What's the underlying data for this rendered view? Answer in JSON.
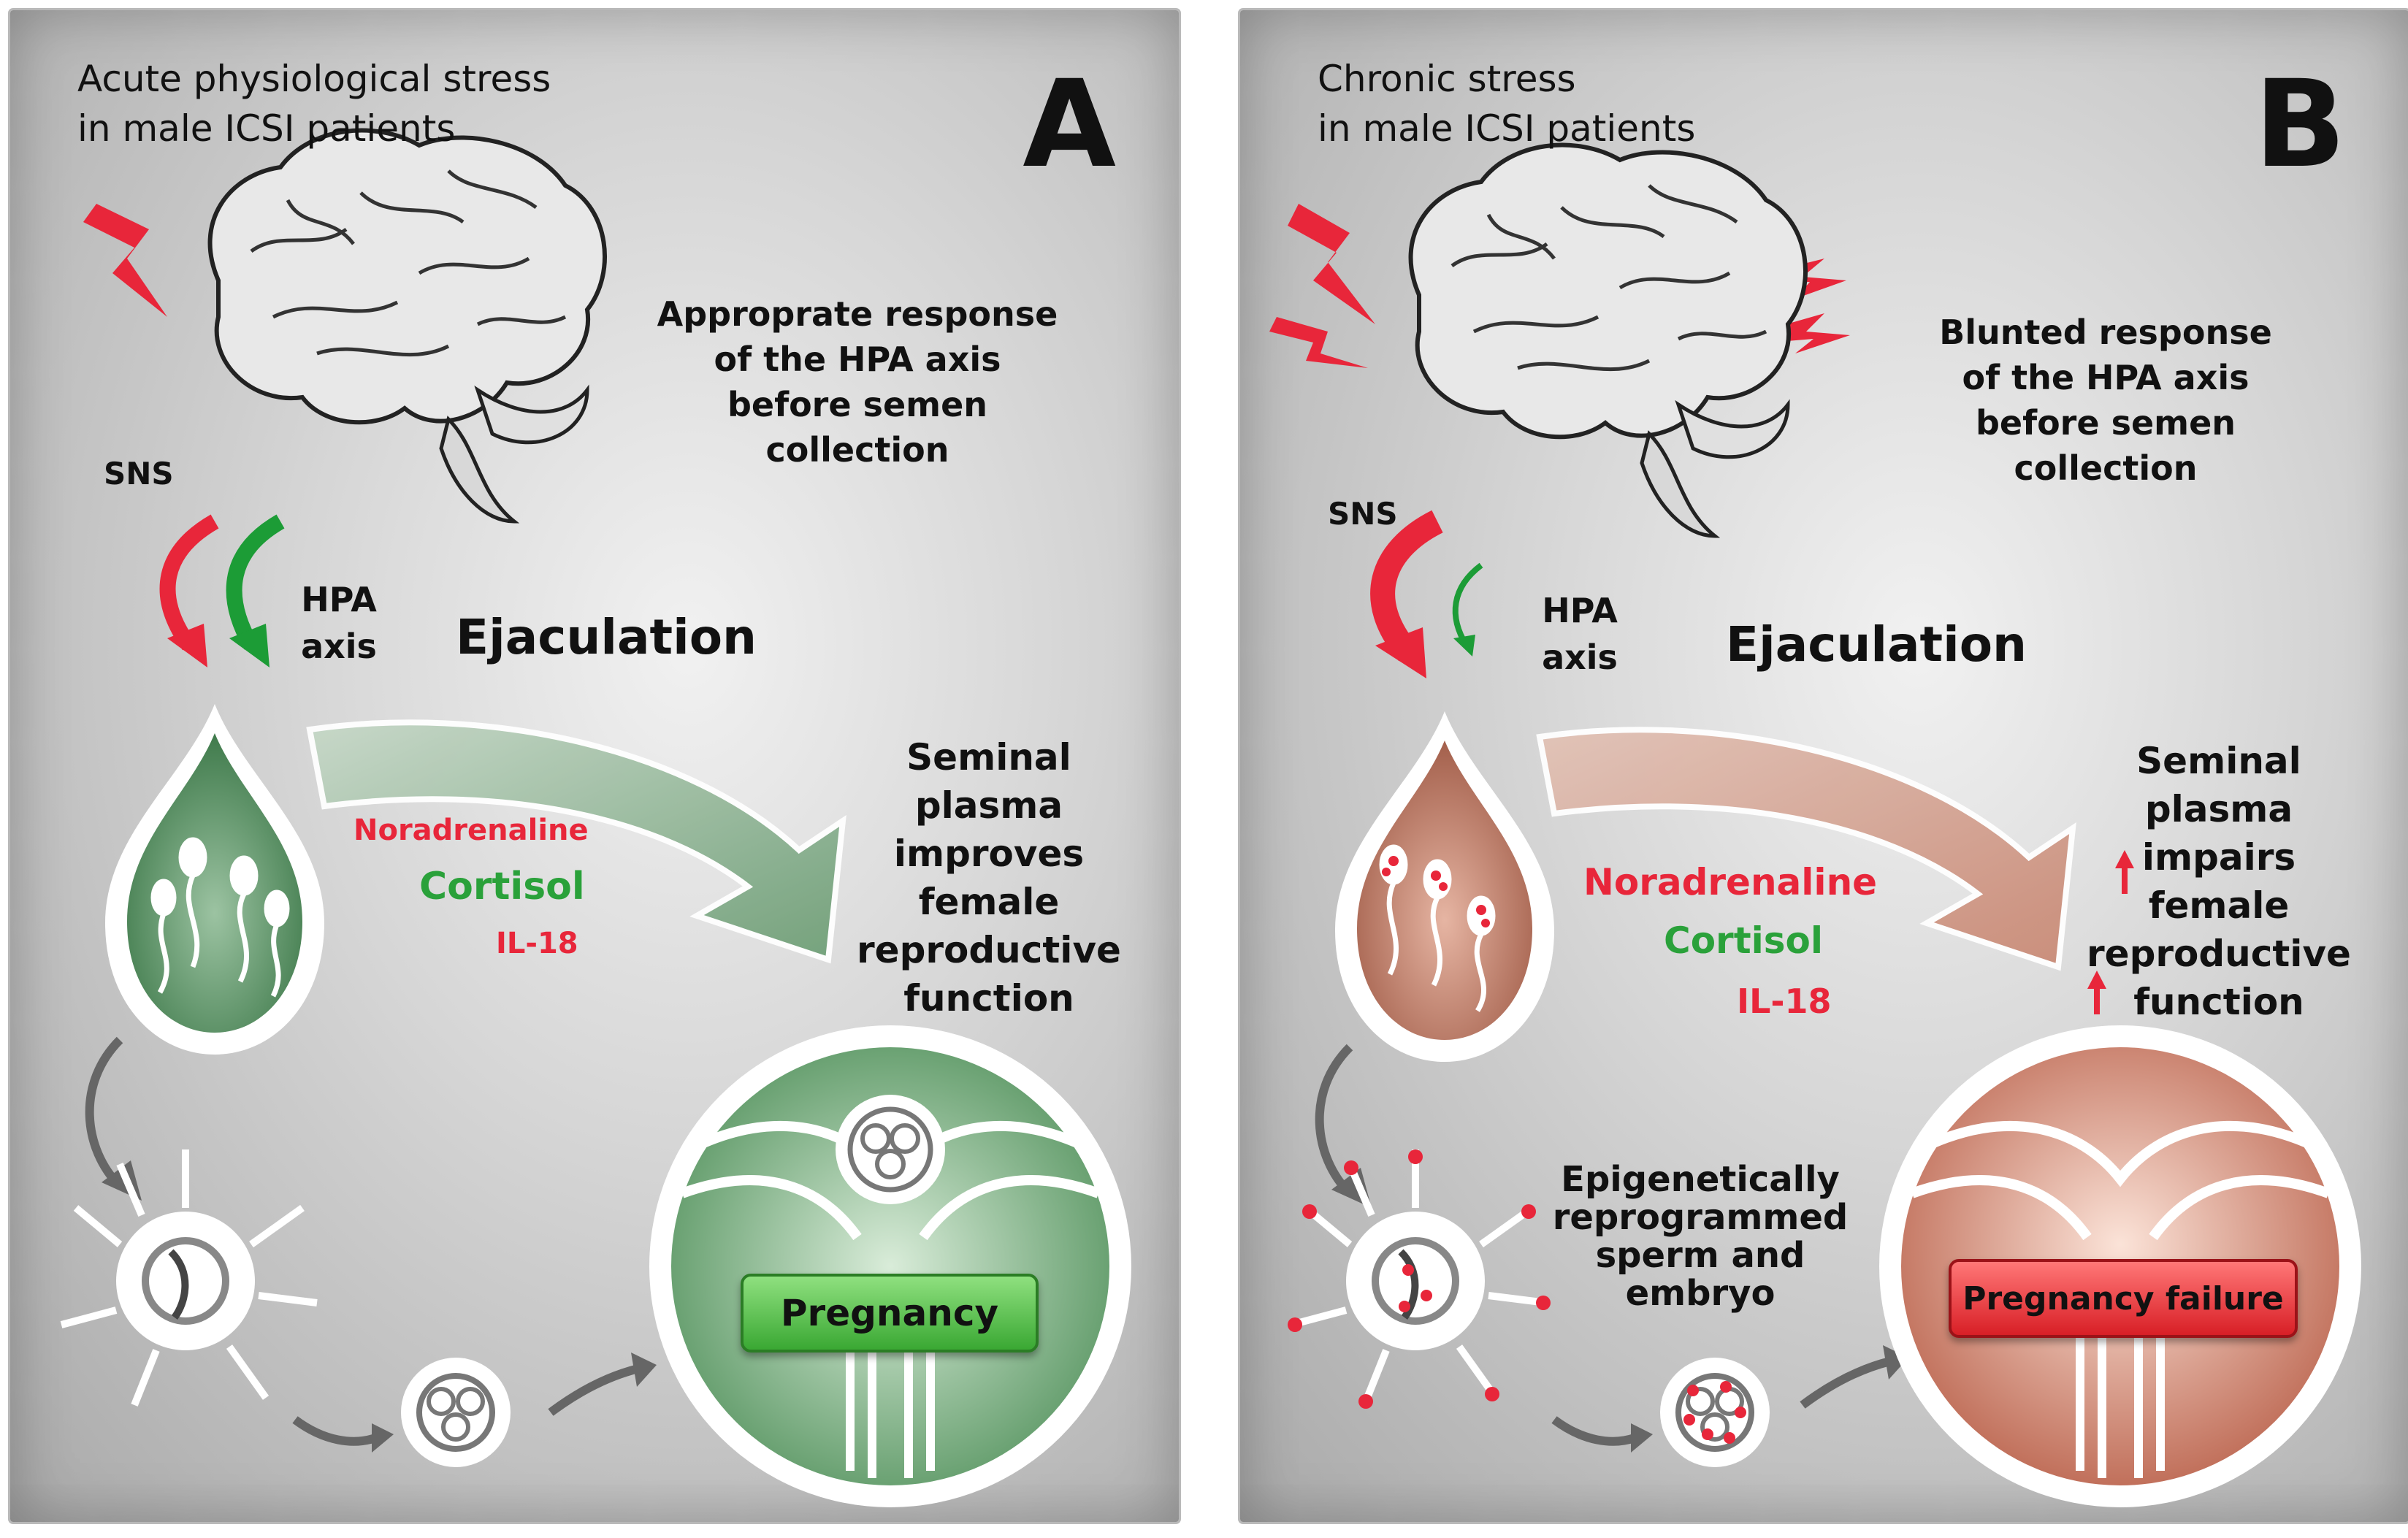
{
  "panel_a": {
    "title_line1": "Acute physiological stress",
    "title_line2": "in male ICSI patients",
    "letter": "A",
    "hpa_response": [
      "Approprate response",
      "of  the HPA axis",
      "before semen collection"
    ],
    "sns": "SNS",
    "hpa_axis": [
      "HPA",
      "axis"
    ],
    "ejaculation": "Ejaculation",
    "noradrenaline": "Noradrenaline",
    "cortisol": "Cortisol",
    "il18": "IL-18",
    "seminal": [
      "Seminal",
      "plasma",
      "improves",
      "female",
      "reproductive",
      "function"
    ],
    "outcome": "Pregnancy"
  },
  "panel_b": {
    "title_line1": "Chronic stress",
    "title_line2": "in male ICSI patients",
    "letter": "B",
    "hpa_response": [
      "Blunted response",
      "of the HPA axis",
      "before semen collection"
    ],
    "sns": "SNS",
    "hpa_axis": [
      "HPA",
      "axis"
    ],
    "ejaculation": "Ejaculation",
    "noradrenaline": "Noradrenaline",
    "cortisol": "Cortisol",
    "il18": "IL-18",
    "seminal": [
      "Seminal",
      "plasma",
      "impairs",
      "female",
      "reproductive",
      "function"
    ],
    "epigenetic": [
      "Epigenetically",
      "reprogrammed",
      "sperm and",
      "embryo"
    ],
    "outcome": "Pregnancy failure"
  },
  "colors": {
    "red": "#e8263a",
    "green": "#2aa13a",
    "panel_a_accent": "#6f9f77",
    "panel_b_accent": "#c98a76"
  },
  "icons": [
    "brain-icon",
    "lightning-icon",
    "drop-icon",
    "sperm-icon",
    "oocyte-icon",
    "embryo-icon",
    "uterus-icon",
    "up-arrow-icon"
  ]
}
